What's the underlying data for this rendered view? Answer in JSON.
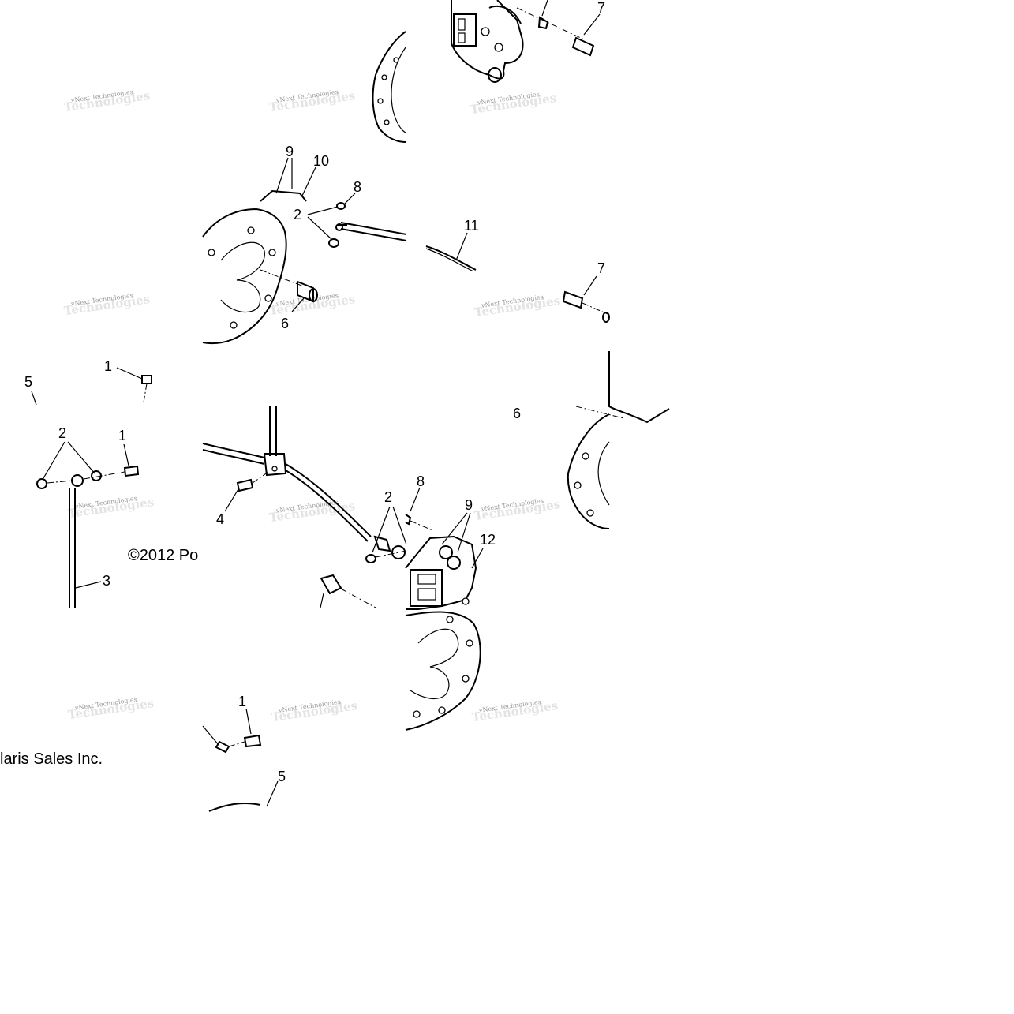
{
  "diagram": {
    "callouts": [
      "1",
      "2",
      "3",
      "4",
      "5",
      "6",
      "7",
      "8",
      "9",
      "10",
      "11",
      "12"
    ],
    "copyright_left": "©2012 Po",
    "copyright_right": "laris Sales Inc.",
    "watermark_top": "vNext Technologies",
    "watermark_bottom": "Technologies",
    "colors": {
      "ink": "#000000",
      "watermark": "#9a9a9a",
      "background": "#ffffff"
    }
  }
}
